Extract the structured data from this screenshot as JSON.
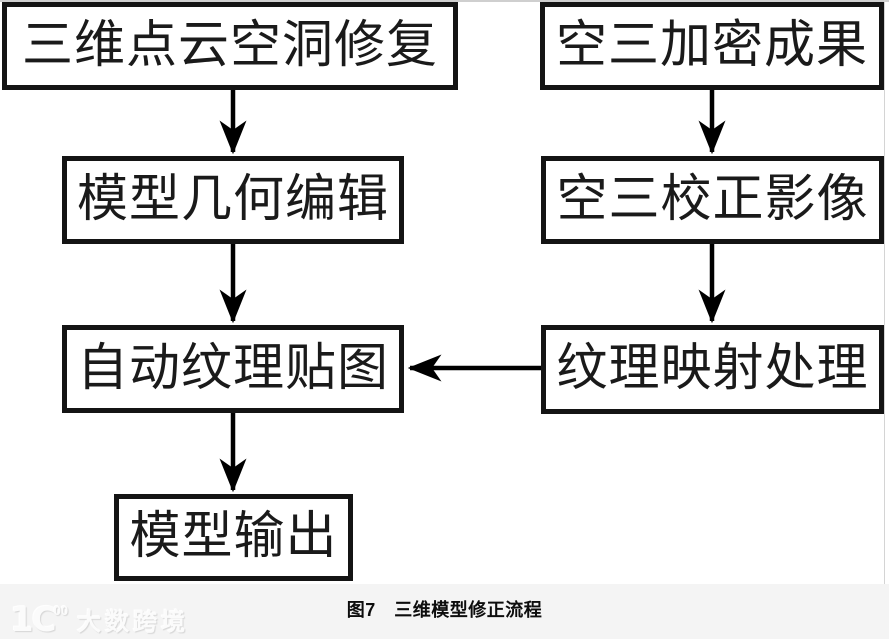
{
  "figure": {
    "caption": "图7　三维模型修正流程"
  },
  "watermark": {
    "logo_mark": "1C",
    "logo_sup": "00",
    "brand": "大数跨境"
  },
  "flowchart": {
    "nodes": [
      {
        "id": "point-cloud-hole-repair",
        "label": "三维点云空洞修复"
      },
      {
        "id": "model-geometry-editing",
        "label": "模型几何编辑"
      },
      {
        "id": "auto-texture-mapping",
        "label": "自动纹理贴图"
      },
      {
        "id": "model-output",
        "label": "模型输出"
      },
      {
        "id": "aerotriangulation-result",
        "label": "空三加密成果"
      },
      {
        "id": "aerotriangulation-corrected-image",
        "label": "空三校正影像"
      },
      {
        "id": "texture-mapping-processing",
        "label": "纹理映射处理"
      }
    ],
    "edges": [
      {
        "from": "三维点云空洞修复",
        "to": "模型几何编辑"
      },
      {
        "from": "模型几何编辑",
        "to": "自动纹理贴图"
      },
      {
        "from": "自动纹理贴图",
        "to": "模型输出"
      },
      {
        "from": "空三加密成果",
        "to": "空三校正影像"
      },
      {
        "from": "空三校正影像",
        "to": "纹理映射处理"
      },
      {
        "from": "纹理映射处理",
        "to": "自动纹理贴图"
      }
    ]
  },
  "colors": {
    "background": "#ffffff",
    "caption_band": "#f4f4f4",
    "box_border": "#141414",
    "box_text": "#1a1a1a",
    "arrow": "#000000",
    "hairline": "#cfcfcf",
    "watermark": "#fbfbfb"
  }
}
